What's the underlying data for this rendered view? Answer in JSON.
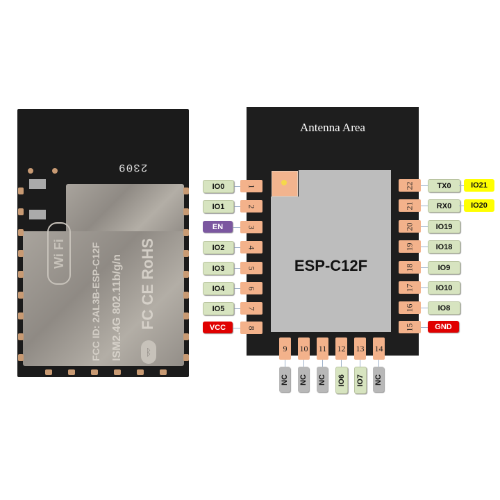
{
  "photo": {
    "marking": "2309",
    "line1": "FCC ID: 2AL3B-ESP-C12F",
    "line2": "ISM2.4G  802.11b/g/n",
    "cert": "FC CE RoHS",
    "wifi_logo": "Wi Fi",
    "bluetooth_icon": "bluetooth-icon"
  },
  "diagram": {
    "antenna_label": "Antenna Area",
    "chip_name": "ESP-C12F",
    "colors": {
      "board": "#1e1e1e",
      "pin": "#f3b28b",
      "io": "#d7e4c0",
      "en": "#7b57a0",
      "power": "#e00000",
      "nc": "#b8b8b8",
      "alt": "#ffff00"
    },
    "left_pins": [
      {
        "num": "1",
        "label": "IO0",
        "type": "io"
      },
      {
        "num": "2",
        "label": "IO1",
        "type": "io"
      },
      {
        "num": "3",
        "label": "EN",
        "type": "en"
      },
      {
        "num": "4",
        "label": "IO2",
        "type": "io"
      },
      {
        "num": "5",
        "label": "IO3",
        "type": "io"
      },
      {
        "num": "6",
        "label": "IO4",
        "type": "io"
      },
      {
        "num": "7",
        "label": "IO5",
        "type": "io"
      },
      {
        "num": "8",
        "label": "VCC",
        "type": "power"
      }
    ],
    "right_pins": [
      {
        "num": "22",
        "label": "TX0",
        "type": "io",
        "alt": "IO21"
      },
      {
        "num": "21",
        "label": "RX0",
        "type": "io",
        "alt": "IO20"
      },
      {
        "num": "20",
        "label": "IO19",
        "type": "io"
      },
      {
        "num": "19",
        "label": "IO18",
        "type": "io"
      },
      {
        "num": "18",
        "label": "IO9",
        "type": "io"
      },
      {
        "num": "17",
        "label": "IO10",
        "type": "io"
      },
      {
        "num": "16",
        "label": "IO8",
        "type": "io"
      },
      {
        "num": "15",
        "label": "GND",
        "type": "power"
      }
    ],
    "bottom_pins": [
      {
        "num": "9",
        "label": "NC",
        "type": "nc"
      },
      {
        "num": "10",
        "label": "NC",
        "type": "nc"
      },
      {
        "num": "11",
        "label": "NC",
        "type": "nc"
      },
      {
        "num": "12",
        "label": "IO6",
        "type": "io"
      },
      {
        "num": "13",
        "label": "IO7",
        "type": "io"
      },
      {
        "num": "14",
        "label": "NC",
        "type": "nc"
      }
    ]
  }
}
